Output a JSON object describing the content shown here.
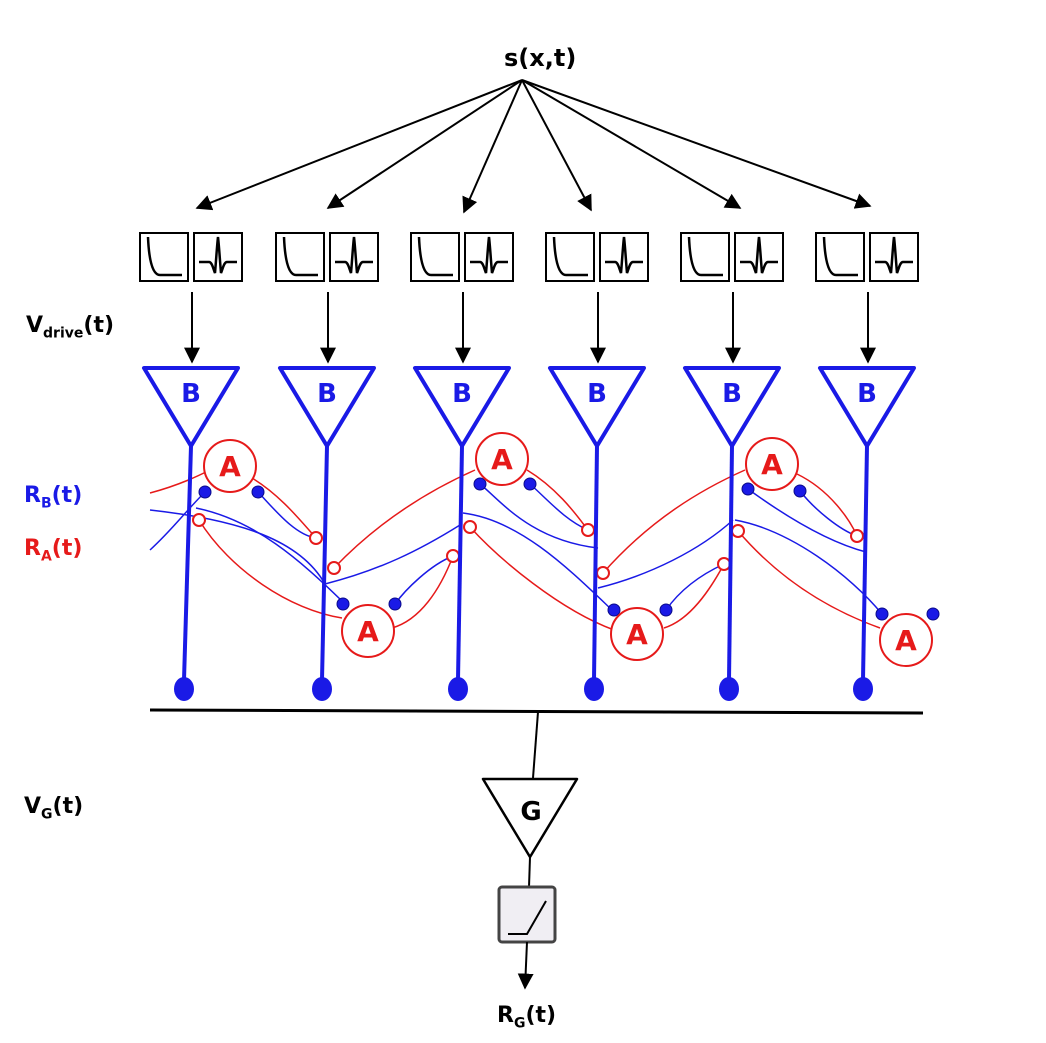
{
  "labels": {
    "stimulus": "s(x,t)",
    "v_drive_main": "V",
    "v_drive_sub": "drive",
    "v_drive_tail": "(t)",
    "r_b_main": "R",
    "r_b_sub": "B",
    "r_b_tail": "(t)",
    "r_a_main": "R",
    "r_a_sub": "A",
    "r_a_tail": "(t)",
    "v_g_main": "V",
    "v_g_sub": "G",
    "v_g_tail": "(t)",
    "r_g_main": "R",
    "r_g_sub": "G",
    "r_g_tail": "(t)"
  },
  "cells": {
    "bipolar": "B",
    "amacrine": "A",
    "ganglion": "G"
  },
  "colors": {
    "bipolar": "#1a1ae6",
    "amacrine": "#e61a1a",
    "ink": "#000000"
  }
}
